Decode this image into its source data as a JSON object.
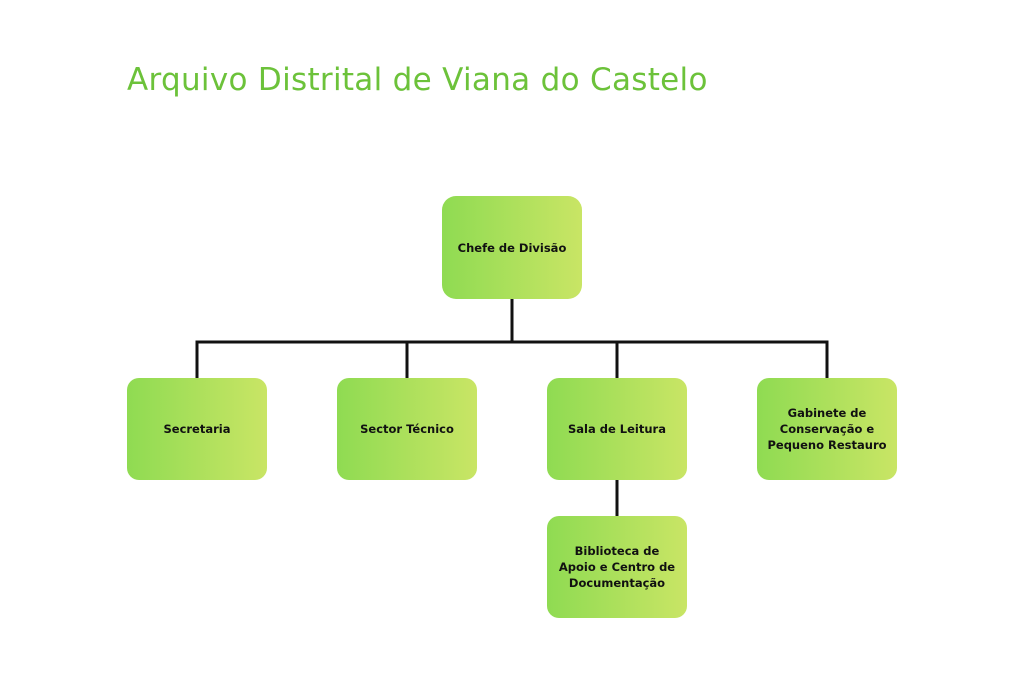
{
  "title": "Arquivo Distrital de Viana do Castelo",
  "colors": {
    "title": "#6cc23a",
    "node_gradient_start": "#8fdb52",
    "node_gradient_end": "#c9e565",
    "connector": "#111111",
    "text": "#111111"
  },
  "nodes": {
    "chefe": "Chefe de Divisão",
    "secretaria": "Secretaria",
    "sector_tecnico": "Sector Técnico",
    "sala_leitura": "Sala de Leitura",
    "gabinete": "Gabinete de Conservação e Pequeno Restauro",
    "biblioteca": "Biblioteca de Apoio e Centro de Documentação"
  }
}
